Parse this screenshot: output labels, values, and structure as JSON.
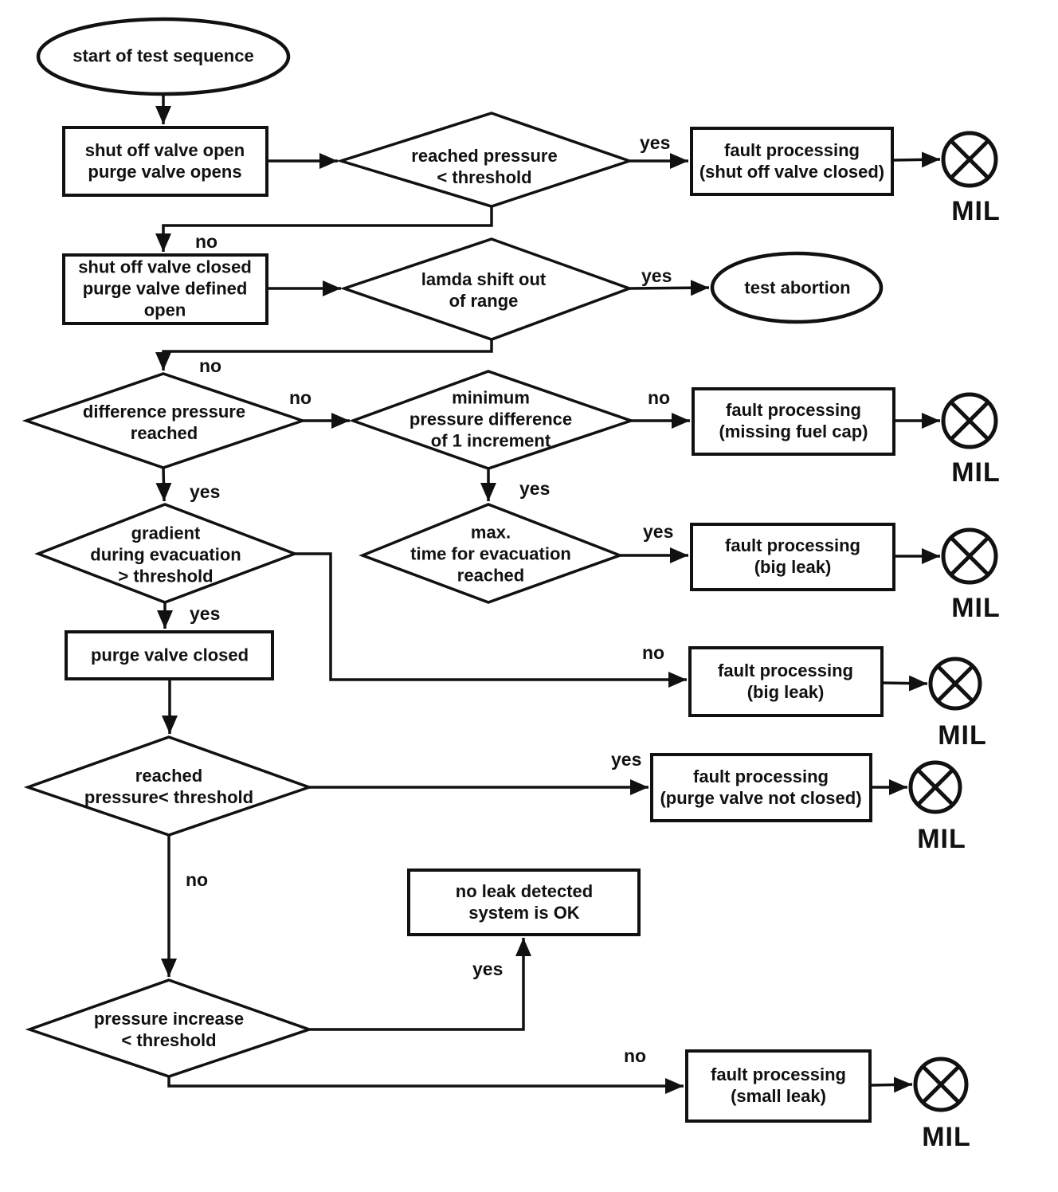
{
  "diagram": {
    "background": "#ffffff",
    "line_color": "#111111",
    "nodes": {
      "start": "start of test sequence",
      "shut_off_valve_open": "shut off valve open\npurge valve opens",
      "reached_pressure_threshold_1": "reached pressure\n< threshold",
      "fault_shut_off_valve_closed": "fault processing\n(shut off valve closed)",
      "shut_off_valve_closed": "shut off valve closed\npurge valve defined\nopen",
      "lamda_shift_out_of_range": "lamda shift out\nof range",
      "test_abortion": "test abortion",
      "difference_pressure_reached": "difference pressure\nreached",
      "minimum_pressure_difference": "minimum\npressure difference\nof 1 increment",
      "fault_missing_fuel_cap": "fault processing\n(missing fuel cap)",
      "gradient_during_evacuation": "gradient\nduring evacuation\n> threshold",
      "max_time_for_evacuation": "max.\ntime for evacuation\nreached",
      "fault_big_leak_1": "fault processing\n(big leak)",
      "purge_valve_closed": "purge valve closed",
      "fault_big_leak_2": "fault processing\n(big leak)",
      "reached_pressure_threshold_2": "reached\npressure< threshold",
      "fault_purge_valve_not_closed": "fault processing\n(purge valve not closed)",
      "no_leak_detected": "no leak detected\nsystem is OK",
      "pressure_increase_threshold": "pressure increase\n< threshold",
      "fault_small_leak": "fault processing\n(small leak)"
    },
    "edge_labels": {
      "yes": "yes",
      "no": "no"
    },
    "mil_label": "MIL"
  }
}
